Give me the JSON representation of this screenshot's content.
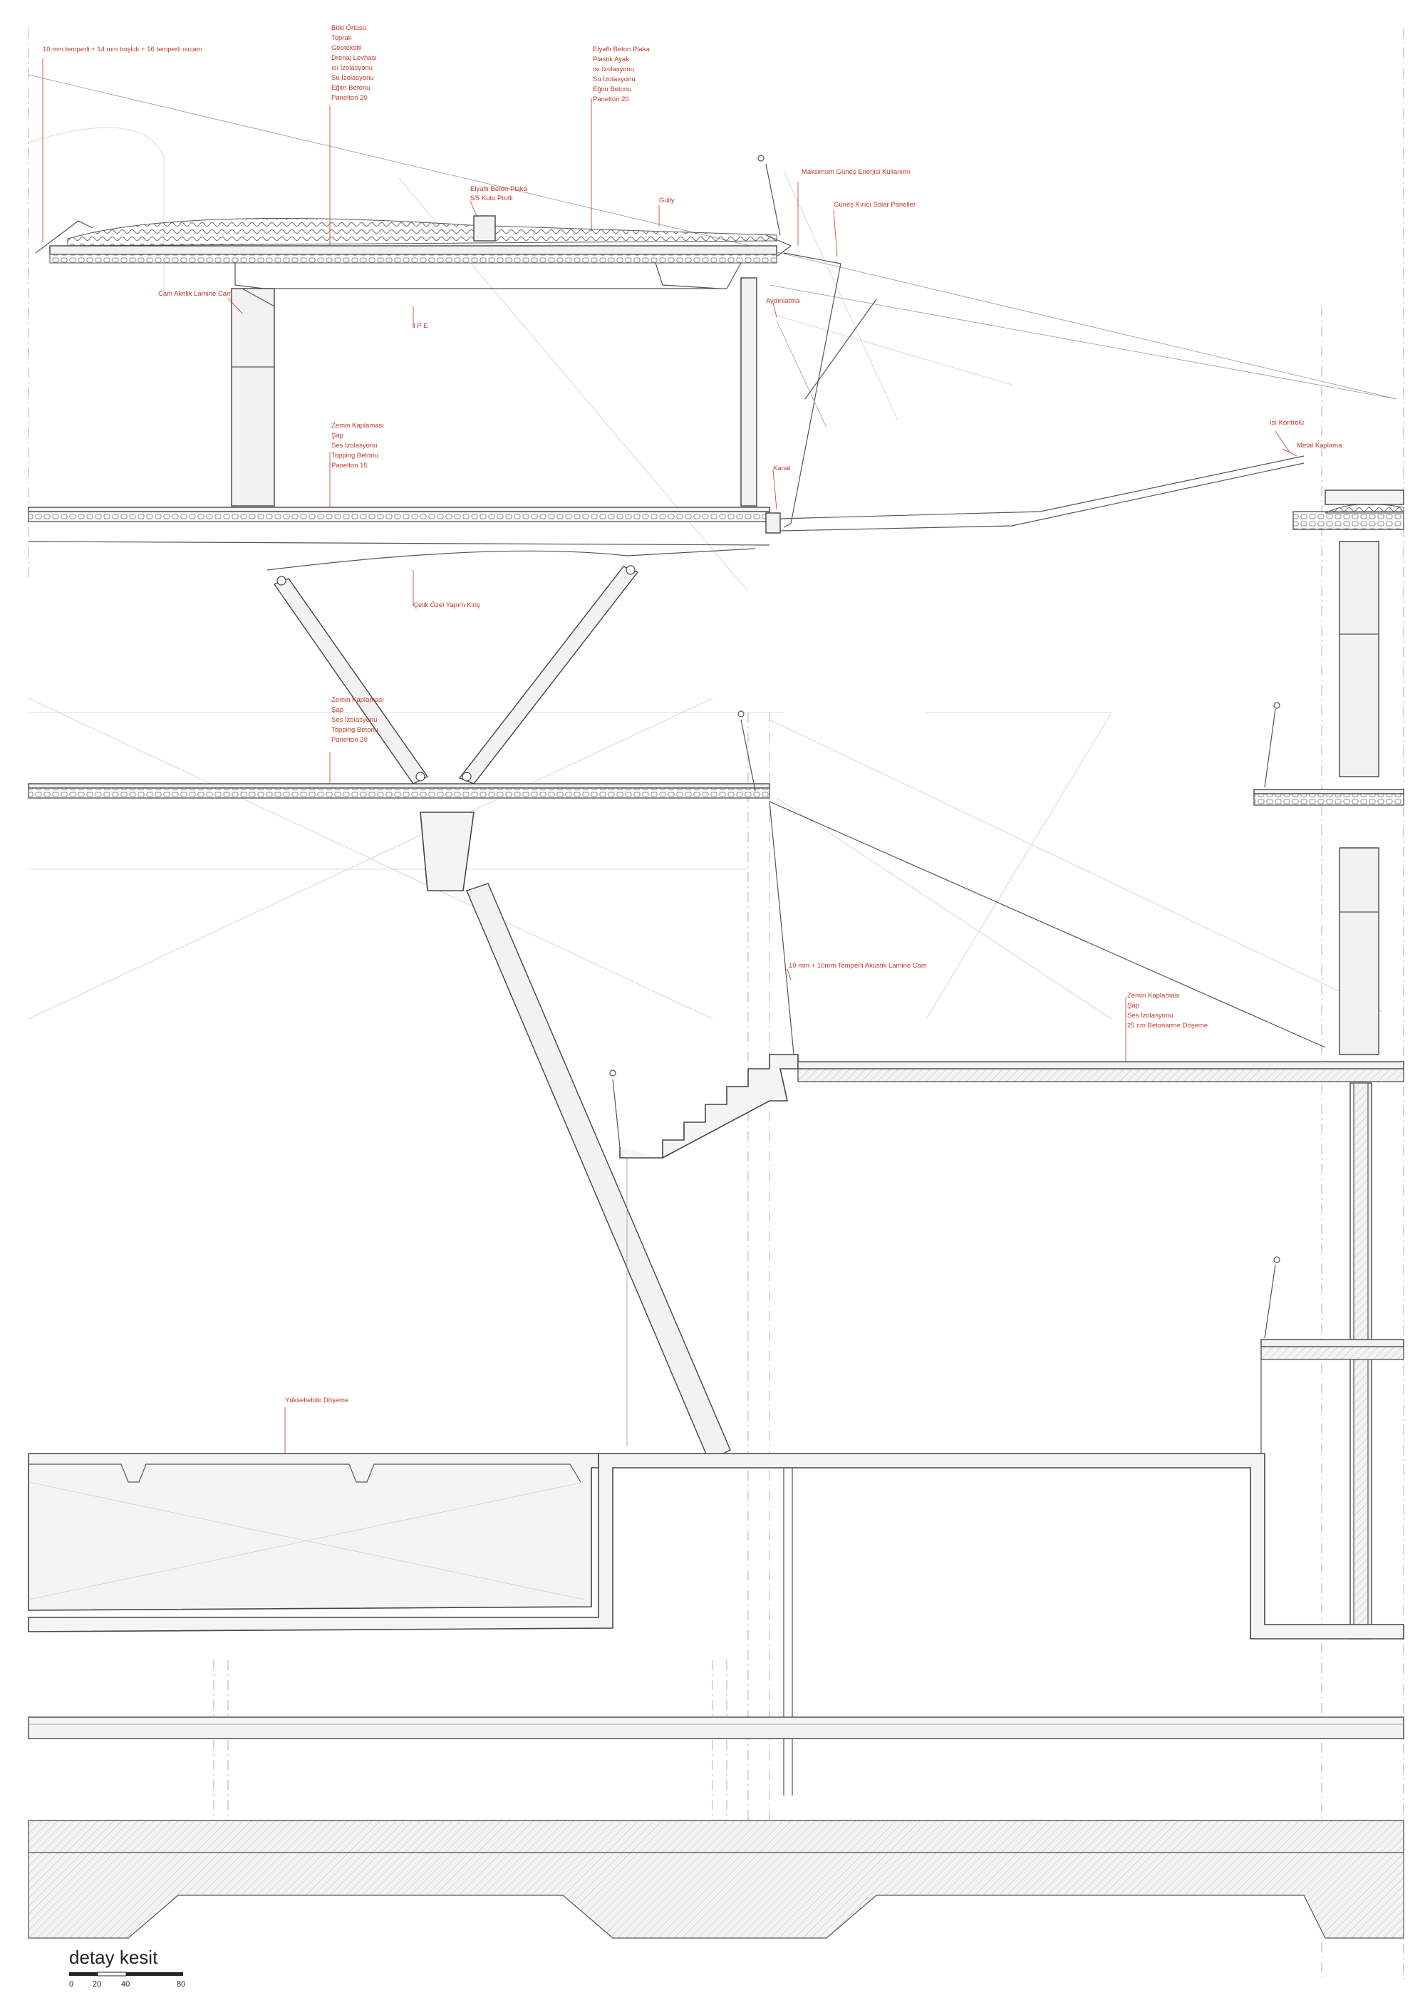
{
  "title": "detay kesit",
  "scale_bar": {
    "ticks": [
      "0",
      "20",
      "40",
      "80"
    ]
  },
  "labels": {
    "glass_spec": "10 mm temperli + 14 mm boşluk + 16 temperli ısıcam",
    "roof_layers": [
      "Bitki Örtüsü",
      "Toprak",
      "Geotekstil",
      "Drenaj Levhası",
      "ısı İzolasyonu",
      "Su İzolasyonu",
      "Eğim Betonu",
      "Panelton 20"
    ],
    "roof_layers2": [
      "Elyaflı Beton Plaka",
      "Plastik Ayak",
      "ısı İzolasyonu",
      "Su İzolasyonu",
      "Eğim Betonu",
      "Panelton 20"
    ],
    "fiber_plate": [
      "Elyaflı Beton Plaka",
      "5/5 Kutu Profil"
    ],
    "gully": "Gully",
    "solar_max": "Maksimum Güneş Enerjisi Kullanımı",
    "solar_panels": "Güneş Kırıcı Solar Paneller",
    "laminated_glass": "Cam Akrilik Lamine Cam",
    "ipe": "I P E",
    "lighting": "Aydınlatma",
    "floor1": [
      "Zemin Kaplaması",
      "Şap",
      "Ses İzolasyonu",
      "Topping Betonu",
      "Panelton 15"
    ],
    "channel": "Kanal",
    "heat_control": "Isı Kontrolü",
    "metal_cladding": "Metal Kaplama",
    "steel_beam": "Çelik Özel Yapım Kiriş",
    "floor2": [
      "Zemin Kaplaması",
      "Şap",
      "Ses İzolasyonu",
      "Topping Betonu",
      "Panelton 20"
    ],
    "acoustic_glass": "10 mm + 10mm Temperli Akustik Lamine Cam",
    "floor3": [
      "Zemin Kaplaması",
      "Şap",
      "Ses İzolasyonu",
      "25 cm Betonarme Döşeme"
    ],
    "raised_floor": "Yükseltebilir Döşeme"
  },
  "colors": {
    "annotation": "#c0392b",
    "line": "#444444"
  }
}
